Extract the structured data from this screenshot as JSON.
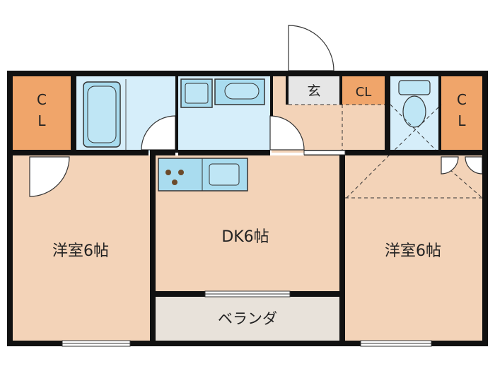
{
  "rooms": {
    "closet_left": "C\nL",
    "entrance": "玄",
    "closet_entrance": "CL",
    "closet_right": "C\nL",
    "western_left": "洋室6帖",
    "dining_kitchen": "DK6帖",
    "western_right": "洋室6帖",
    "veranda": "ベランダ"
  },
  "colors": {
    "wall": "#111111",
    "floor": "#f3d3b8",
    "closet": "#f0a56a",
    "wet_area": "#d6eefa",
    "fixture": "#a9dcef",
    "veranda": "#e8e2da",
    "entrance_floor": "#e6e6e6",
    "stove_burner": "#6b4a2a"
  }
}
